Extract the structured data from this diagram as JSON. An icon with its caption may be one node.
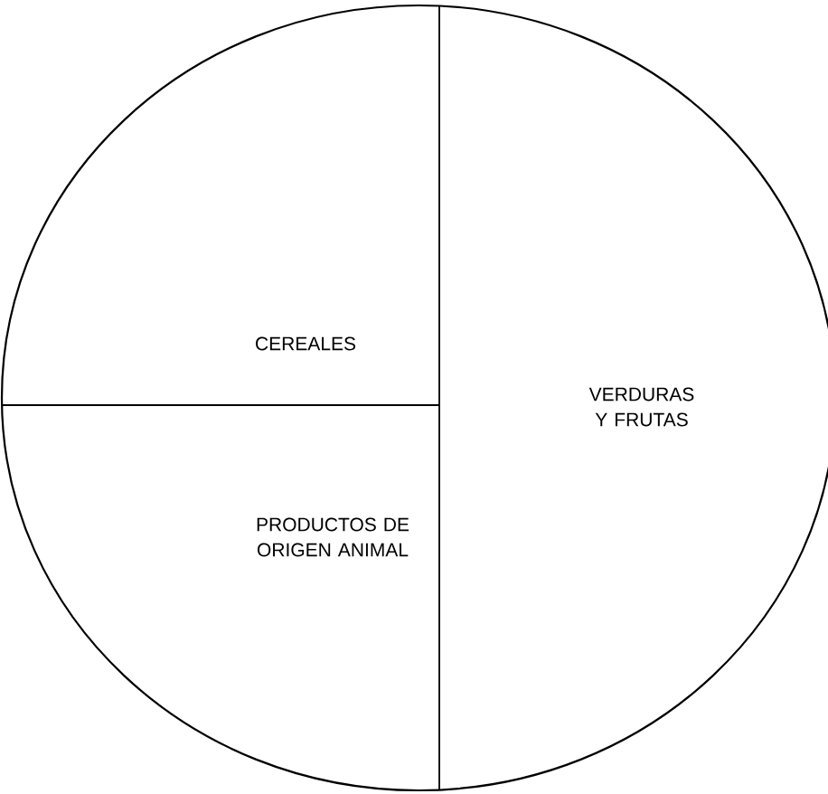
{
  "diagram": {
    "nodes": [
      {
        "text": [
          "CEREALES"
        ]
      },
      {
        "text": [
          "VERDURAS Y FRUTAS"
        ]
      },
      {
        "text": [
          "PRODUCTOS DE ORIGEN ANIMAL"
        ]
      }
    ]
  }
}
